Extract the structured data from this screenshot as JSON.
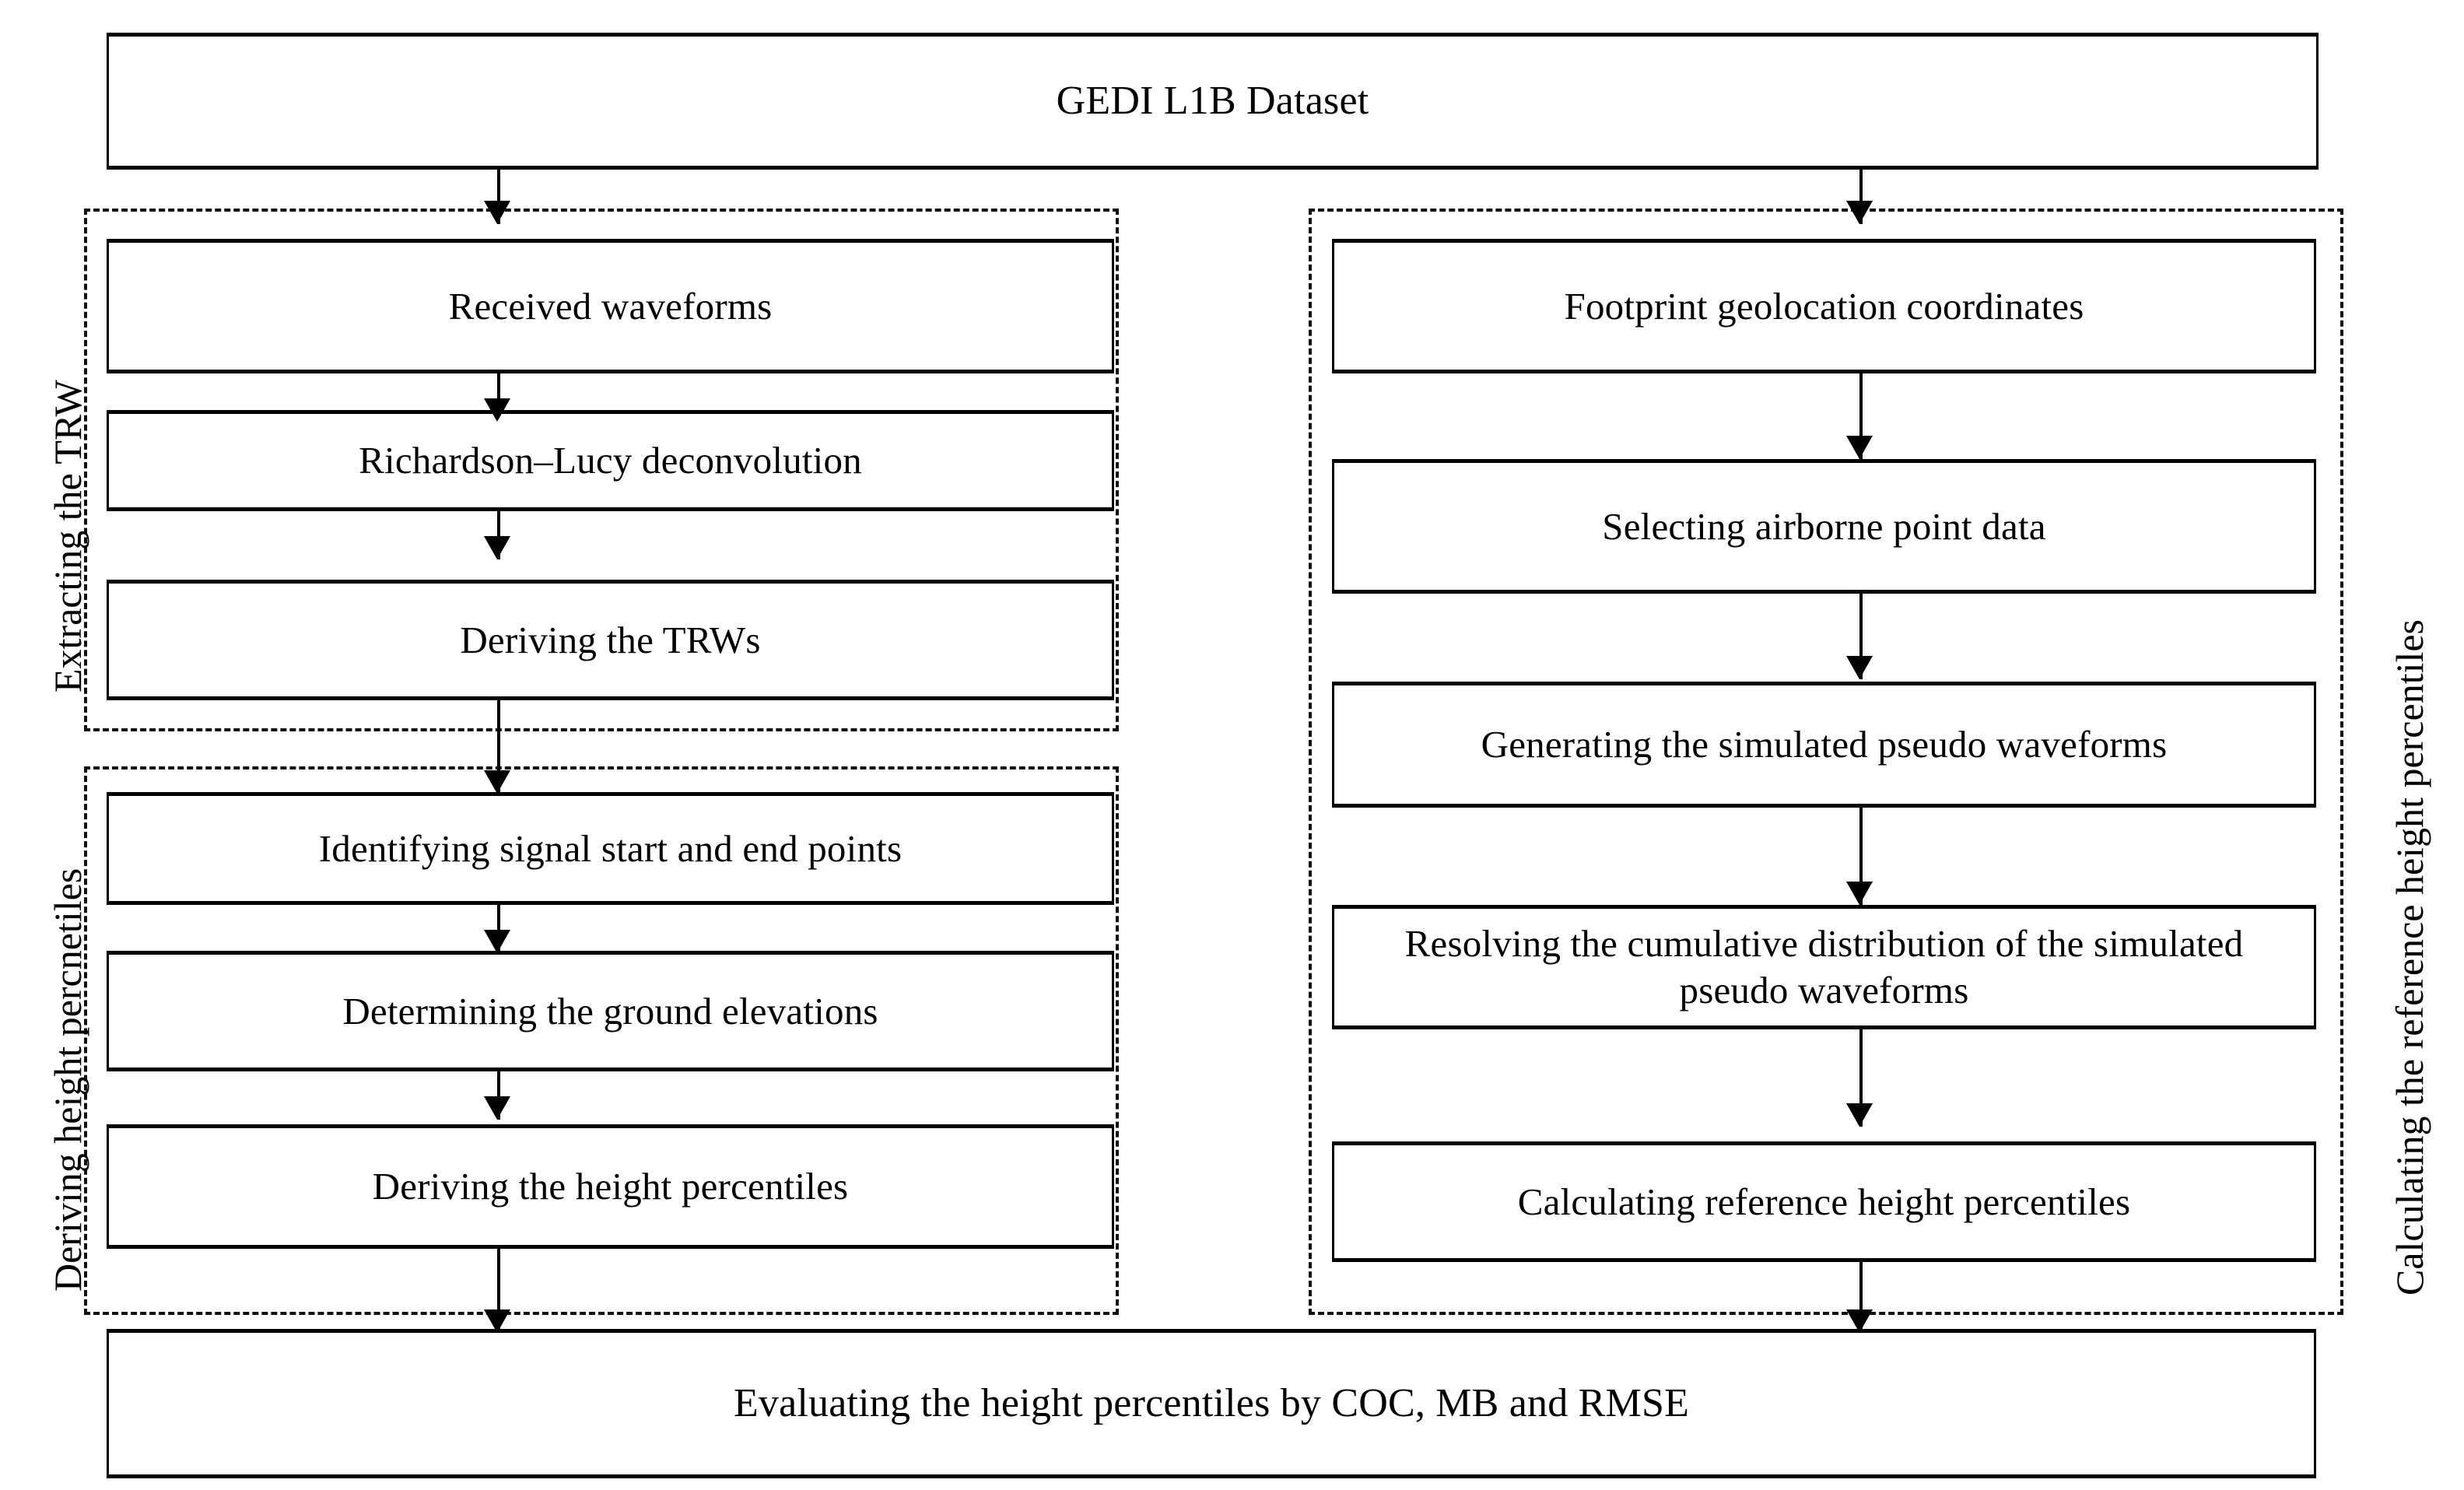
{
  "diagram": {
    "title_box": {
      "label": "GEDI L1B Dataset"
    },
    "left_column": {
      "group_extracting": {
        "side_label": "Extracting the TRW",
        "steps": [
          {
            "label": "Received  waveforms"
          },
          {
            "label": "Richardson–Lucy deconvolution"
          },
          {
            "label": "Deriving the TRWs"
          }
        ]
      },
      "group_deriving": {
        "side_label": "Deriving height percnetiles",
        "steps": [
          {
            "label": "Identifying signal start and end points"
          },
          {
            "label": "Determining the ground elevations"
          },
          {
            "label": "Deriving  the height percentiles"
          }
        ]
      }
    },
    "right_column": {
      "group_calculating": {
        "side_label": "Calculating the reference height percentiles",
        "steps": [
          {
            "label": "Footprint geolocation coordinates"
          },
          {
            "label": "Selecting airborne point data"
          },
          {
            "label": "Generating the simulated pseudo waveforms"
          },
          {
            "label": "Resolving  the  cumulative distribution of the simulated pseudo waveforms"
          },
          {
            "label": "Calculating reference height percentiles"
          }
        ]
      }
    },
    "footer_box": {
      "label": "Evaluating the height percentiles by COC, MB and RMSE"
    },
    "colors": {
      "line": "#000000",
      "box_fill": "#ffffff",
      "dashed_frame": "#111111",
      "text": "#000000"
    }
  }
}
